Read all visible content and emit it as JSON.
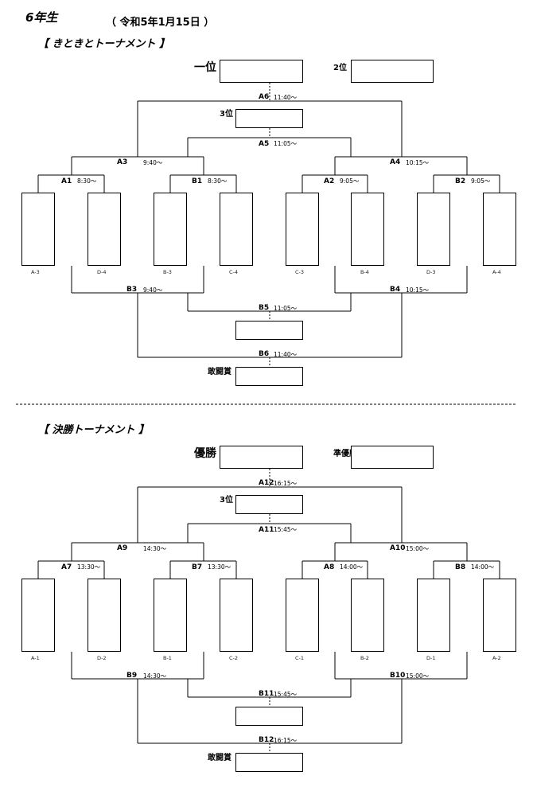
{
  "header": {
    "grade": "6年生",
    "date": "（ 令和5年1月15日 ）"
  },
  "sections": [
    {
      "title": "【 きときとトーナメント 】",
      "top_labels": [
        "一位",
        "2位"
      ],
      "third_label": "3位",
      "bottom_label": "敢闘賞",
      "slots": [
        "A-3",
        "D-4",
        "B-3",
        "C-4",
        "C-3",
        "B-4",
        "D-3",
        "A-4"
      ],
      "matches": {
        "m1": {
          "id": "A1",
          "time": "8:30～"
        },
        "m2": {
          "id": "B1",
          "time": "8:30～"
        },
        "m3": {
          "id": "A2",
          "time": "9:05～"
        },
        "m4": {
          "id": "B2",
          "time": "9:05～"
        },
        "m5": {
          "id": "A3",
          "time": "9:40～"
        },
        "m6": {
          "id": "A4",
          "time": "10:15～"
        },
        "m7": {
          "id": "A5",
          "time": "11:05～"
        },
        "m8": {
          "id": "A6",
          "time": "11:40～"
        },
        "l1": {
          "id": "B3",
          "time": "9:40～"
        },
        "l2": {
          "id": "B4",
          "time": "10:15～"
        },
        "l3": {
          "id": "B5",
          "time": "11:05～"
        },
        "l4": {
          "id": "B6",
          "time": "11:40～"
        }
      }
    },
    {
      "title": "【 決勝トーナメント 】",
      "top_labels": [
        "優勝",
        "準優勝"
      ],
      "third_label": "3位",
      "bottom_label": "敢闘賞",
      "slots": [
        "A-1",
        "D-2",
        "B-1",
        "C-2",
        "C-1",
        "B-2",
        "D-1",
        "A-2"
      ],
      "matches": {
        "m1": {
          "id": "A7",
          "time": "13:30～"
        },
        "m2": {
          "id": "B7",
          "time": "13:30～"
        },
        "m3": {
          "id": "A8",
          "time": "14:00～"
        },
        "m4": {
          "id": "B8",
          "time": "14:00～"
        },
        "m5": {
          "id": "A9",
          "time": "14:30～"
        },
        "m6": {
          "id": "A10",
          "time": "15:00～"
        },
        "m7": {
          "id": "A11",
          "time": "15:45～"
        },
        "m8": {
          "id": "A12",
          "time": "16:15～"
        },
        "l1": {
          "id": "B9",
          "time": "14:30～"
        },
        "l2": {
          "id": "B10",
          "time": "15:00～"
        },
        "l3": {
          "id": "B11",
          "time": "15:45～"
        },
        "l4": {
          "id": "B12",
          "time": "16:15～"
        }
      }
    }
  ]
}
